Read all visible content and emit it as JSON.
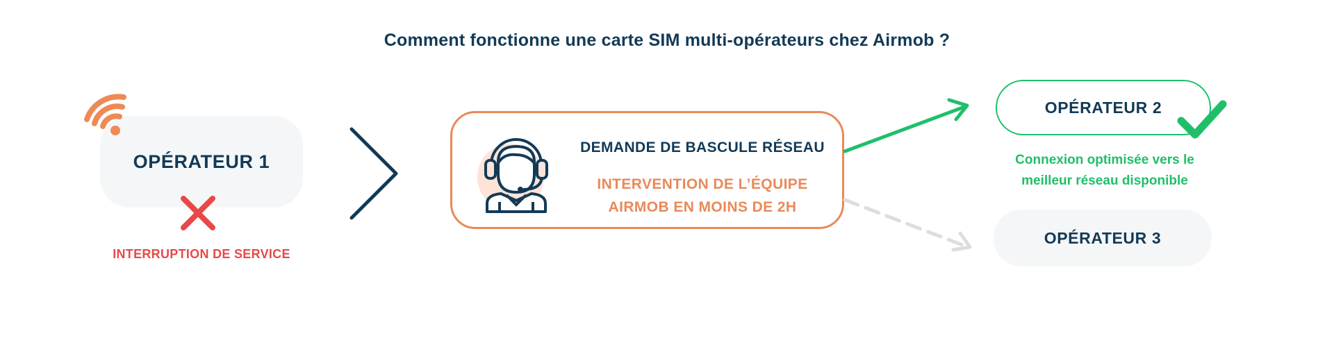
{
  "title": "Comment fonctionne une carte SIM multi-opérateurs chez Airmob ?",
  "operator1": {
    "label": "OPÉRATEUR 1",
    "status": "INTERRUPTION DE SERVICE",
    "icons": [
      "wifi-icon",
      "red-x-icon"
    ]
  },
  "transition_icon": "chevron-right-icon",
  "center_box": {
    "line1": "DEMANDE DE BASCULE RÉSEAU",
    "line2a": "INTERVENTION DE L’ÉQUIPE",
    "line2b": "AIRMOB EN MOINS DE 2H",
    "icon": "support-agent-headset-icon"
  },
  "operator2": {
    "label": "OPÉRATEUR 2",
    "caption_line1": "Connexion optimisée vers le",
    "caption_line2": "meilleur réseau disponible",
    "icon": "check-icon"
  },
  "operator3": {
    "label": "OPÉRATEUR 3"
  },
  "colors": {
    "navy": "#123a57",
    "orange": "#e9895a",
    "green": "#1fbf6a",
    "red": "#e94848",
    "pill_gray": "#f5f6f7",
    "dashed_gray": "#dddddd",
    "agent_bg": "#fde3d8"
  }
}
